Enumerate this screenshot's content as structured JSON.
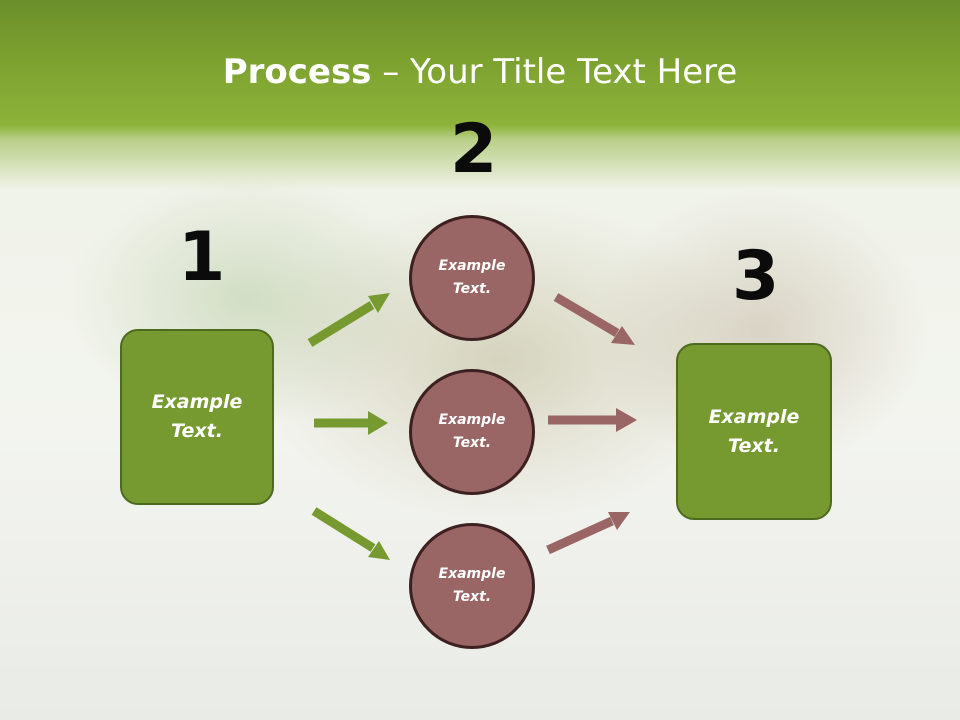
{
  "title": {
    "bold": "Process",
    "rest": " – Your Title Text Here"
  },
  "numbers": [
    "1",
    "2",
    "3"
  ],
  "left_box": {
    "line1": "Example",
    "line2": "Text."
  },
  "circles": [
    {
      "line1": "Example",
      "line2": "Text."
    },
    {
      "line1": "Example",
      "line2": "Text."
    },
    {
      "line1": "Example",
      "line2": "Text."
    }
  ],
  "right_box": {
    "line1": "Example",
    "line2": "Text."
  },
  "colors": {
    "green": "#769a2f",
    "rose": "#9a6565",
    "header": "#7da12f"
  }
}
